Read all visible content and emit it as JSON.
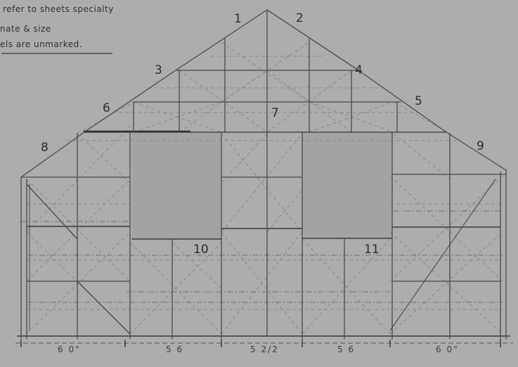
{
  "notes": {
    "line1": "refer to sheets specialty",
    "line2": "nate & size",
    "line3": "els are unmarked."
  },
  "panels": [
    "1",
    "2",
    "3",
    "4",
    "5",
    "6",
    "7",
    "8",
    "9",
    "10",
    "11"
  ],
  "dimensions": [
    "6 0\"",
    "5 6",
    "5 2/2",
    "5 6",
    "6 0\""
  ],
  "colors": {
    "paper": "#adadad",
    "pencil": "#4a4a4a",
    "cross_brace": "#8c7e80",
    "opening": "#a3a3a3"
  }
}
